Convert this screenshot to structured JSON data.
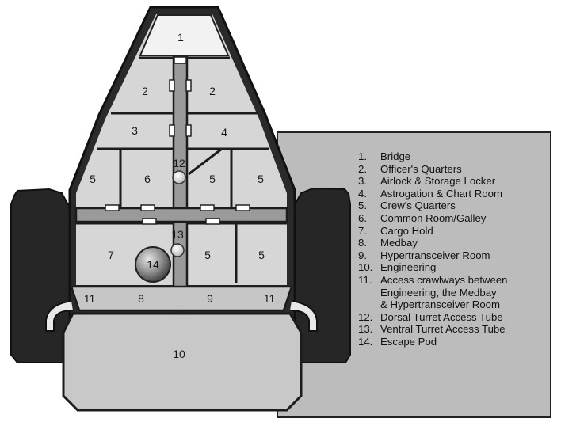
{
  "rooms": [
    {
      "id": "1",
      "label": "1"
    },
    {
      "id": "2a",
      "label": "2"
    },
    {
      "id": "2b",
      "label": "2"
    },
    {
      "id": "3",
      "label": "3"
    },
    {
      "id": "4",
      "label": "4"
    },
    {
      "id": "5a",
      "label": "5"
    },
    {
      "id": "6",
      "label": "6"
    },
    {
      "id": "12",
      "label": "12"
    },
    {
      "id": "5b",
      "label": "5"
    },
    {
      "id": "5c",
      "label": "5"
    },
    {
      "id": "13",
      "label": "13"
    },
    {
      "id": "7",
      "label": "7"
    },
    {
      "id": "14",
      "label": "14"
    },
    {
      "id": "5d",
      "label": "5"
    },
    {
      "id": "5e",
      "label": "5"
    },
    {
      "id": "11a",
      "label": "11"
    },
    {
      "id": "8",
      "label": "8"
    },
    {
      "id": "9",
      "label": "9"
    },
    {
      "id": "11b",
      "label": "11"
    },
    {
      "id": "10",
      "label": "10"
    }
  ],
  "legend": [
    {
      "num": "1.",
      "lines": [
        "Bridge"
      ]
    },
    {
      "num": "2.",
      "lines": [
        "Officer's Quarters"
      ]
    },
    {
      "num": "3.",
      "lines": [
        "Airlock & Storage Locker"
      ]
    },
    {
      "num": "4.",
      "lines": [
        "Astrogation & Chart Room"
      ]
    },
    {
      "num": "5.",
      "lines": [
        "Crew's Quarters"
      ]
    },
    {
      "num": "6.",
      "lines": [
        "Common Room/Galley"
      ]
    },
    {
      "num": "7.",
      "lines": [
        "Cargo Hold"
      ]
    },
    {
      "num": "8.",
      "lines": [
        "Medbay"
      ]
    },
    {
      "num": "9.",
      "lines": [
        "Hypertransceiver Room"
      ]
    },
    {
      "num": "10.",
      "lines": [
        "Engineering"
      ]
    },
    {
      "num": "11.",
      "lines": [
        "Access crawlways between",
        "Engineering, the Medbay",
        "& Hypertransceiver Room"
      ]
    },
    {
      "num": "12.",
      "lines": [
        "Dorsal Turret  Access Tube"
      ]
    },
    {
      "num": "13.",
      "lines": [
        "Ventral Turret Access Tube"
      ]
    },
    {
      "num": "14.",
      "lines": [
        "Escape Pod"
      ]
    }
  ]
}
